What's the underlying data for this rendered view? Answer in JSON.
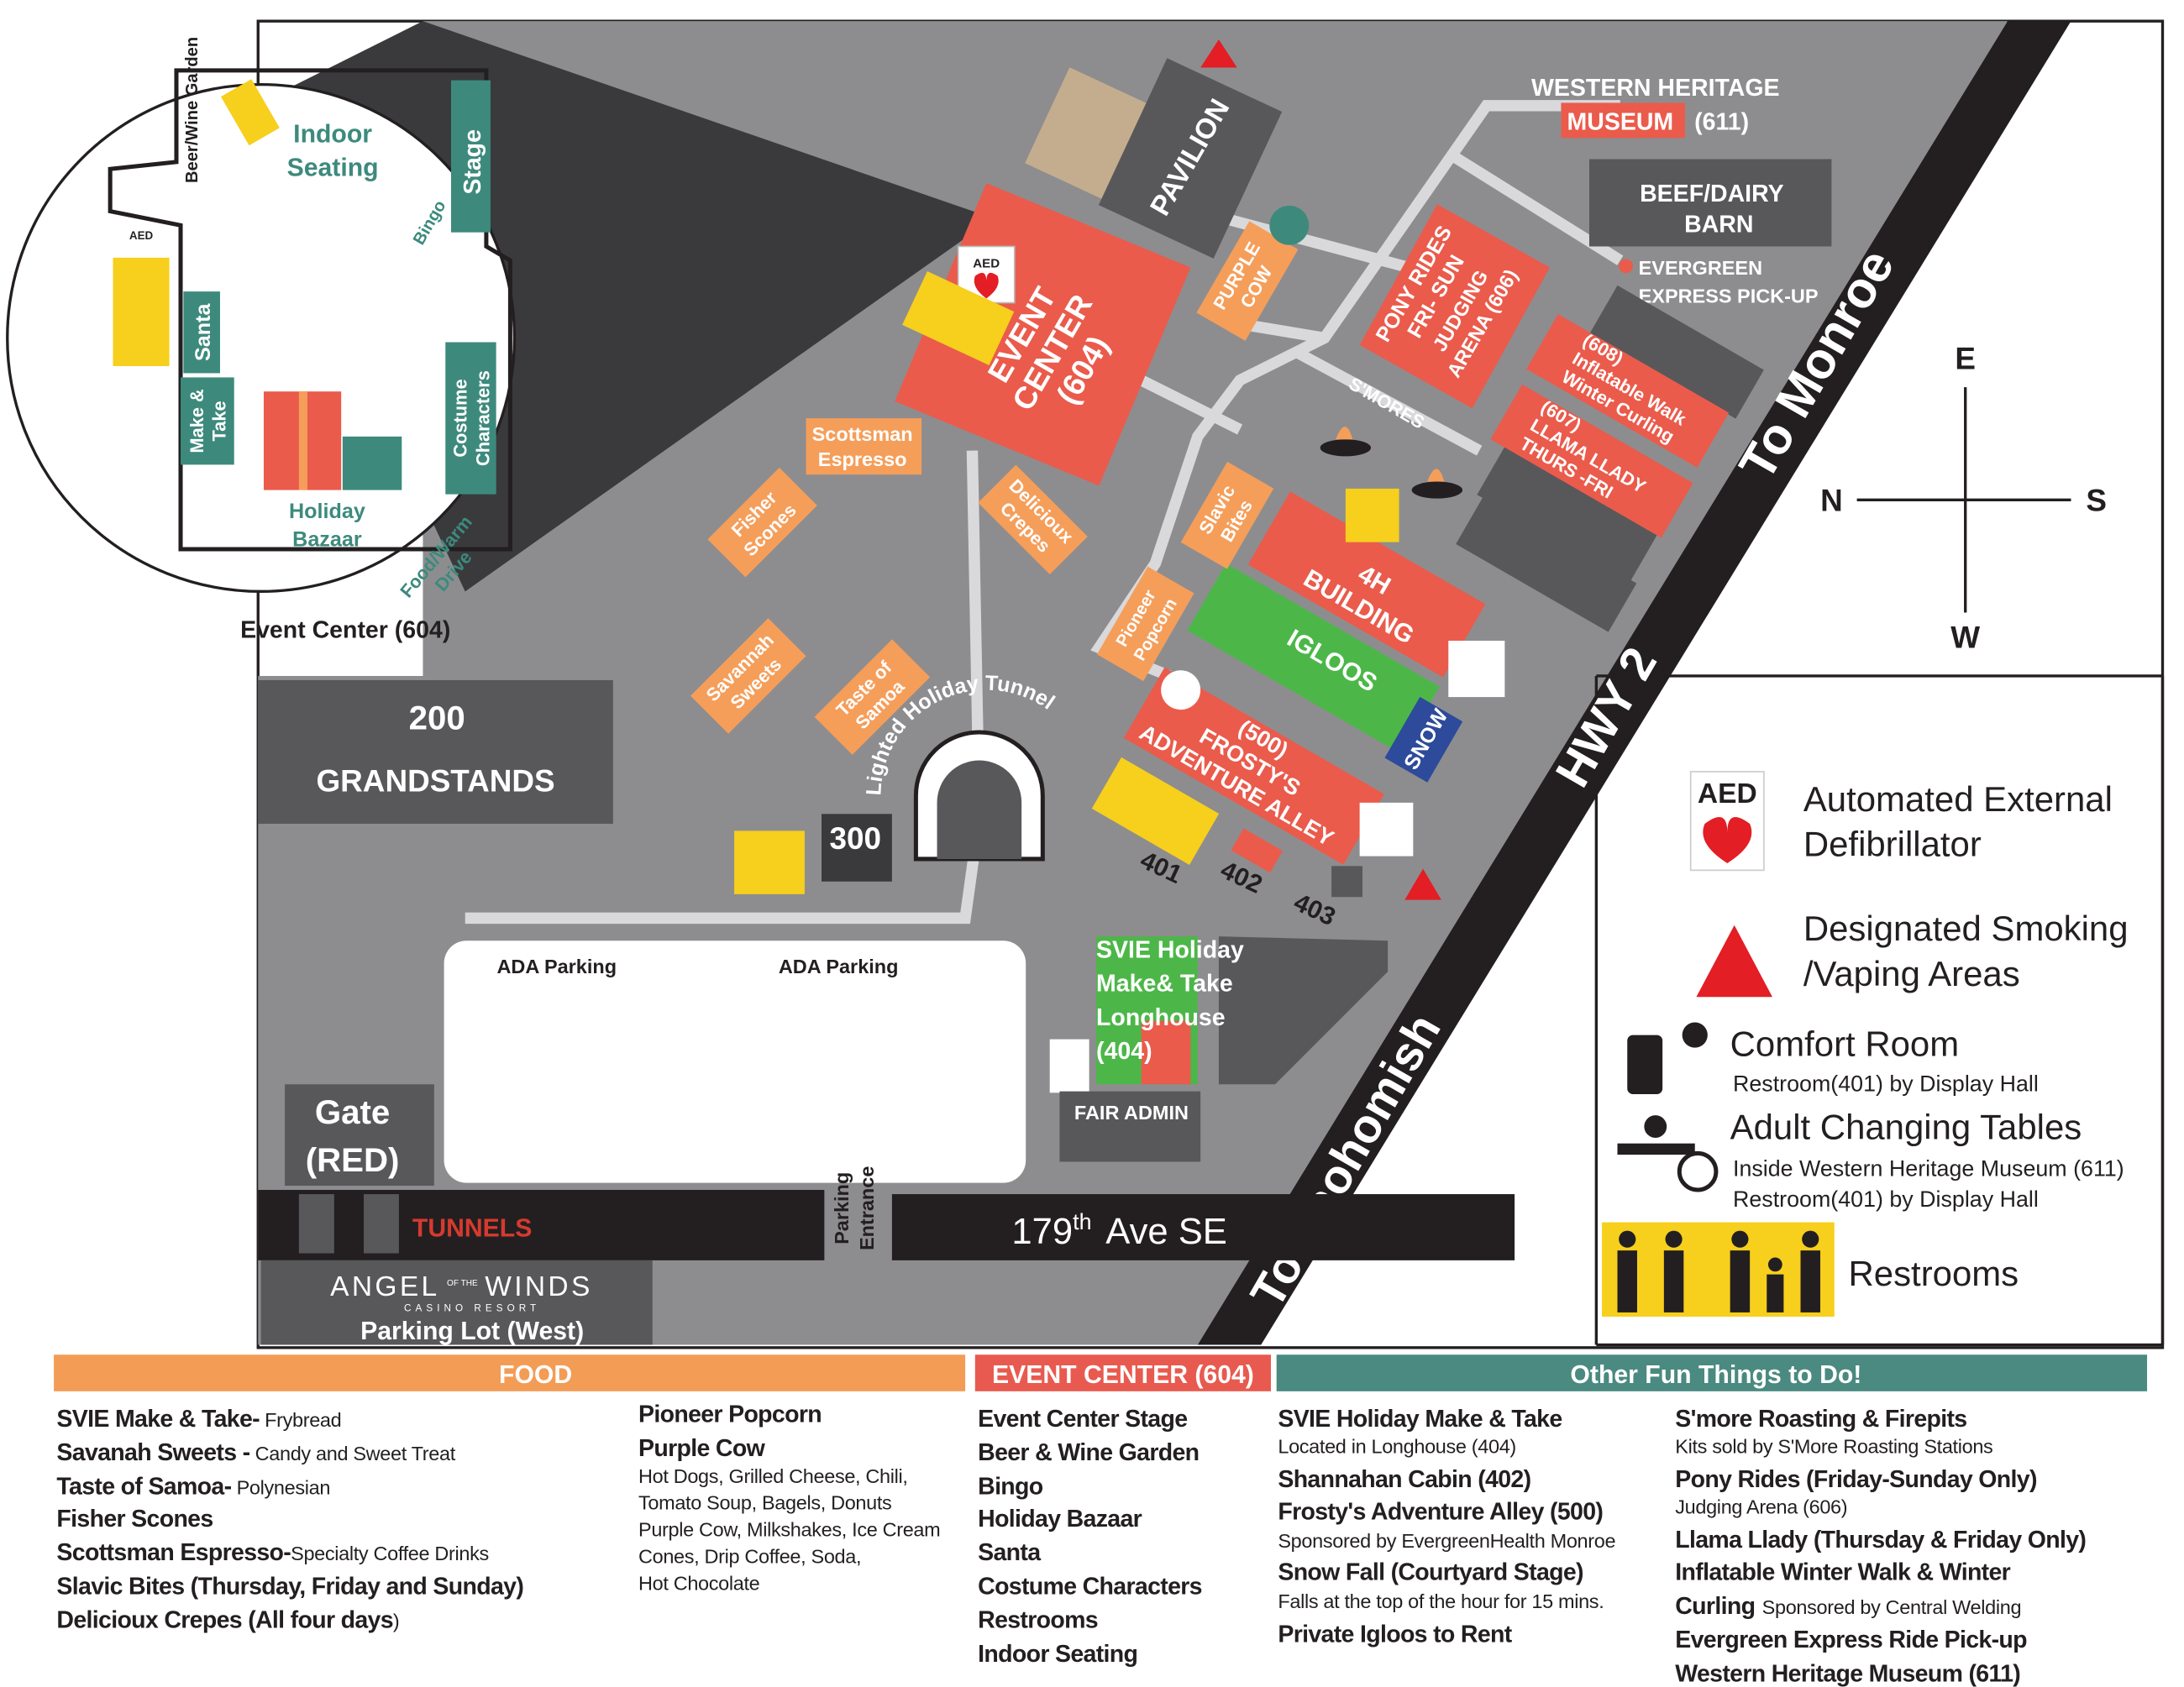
{
  "colors": {
    "map_gray": "#8d8d8f",
    "building_dark": "#58585a",
    "road": "#231f20",
    "red": "#ea5b4c",
    "orange": "#f59e5a",
    "green": "#4cb748",
    "yellow": "#f7cf1d",
    "teal": "#3d8a7d",
    "blue": "#2d4a9b",
    "path": "#d9d9db"
  },
  "inset": {
    "beer_wine_garden": "Beer/Wine Garden",
    "indoor_seating": [
      "Indoor",
      "Seating"
    ],
    "stage": "Stage",
    "bingo": "Bingo",
    "santa": "Santa",
    "make_take": [
      "Make &",
      "Take"
    ],
    "holiday_bazaar": [
      "Holiday",
      "Bazaar"
    ],
    "costume_characters": [
      "Costume",
      "Characters"
    ],
    "food_warm_drive": [
      "Food/Warm",
      "Drive"
    ],
    "title": "Event Center (604)",
    "aed": "AED"
  },
  "map": {
    "pavilion": "PAVILION",
    "event_center": [
      "EVENT",
      "CENTER",
      "(604)"
    ],
    "aed": "AED",
    "purple_cow": [
      "PURPLE",
      "COW"
    ],
    "pony_rides": [
      "PONY RIDES",
      "FRI- SUN",
      "JUDGING",
      "ARENA (606)"
    ],
    "smores": "S'MORES",
    "western_heritage": [
      "WESTERN HERITAGE",
      "MUSEUM",
      "(611)"
    ],
    "beef_dairy": [
      "BEEF/DAIRY",
      "BARN"
    ],
    "evergreen_express": [
      "EVERGREEN",
      "EXPRESS PICK-UP"
    ],
    "inflatable": [
      "(608)",
      "Inflatable Walk",
      "Winter Curling"
    ],
    "llama": [
      "(607)",
      "LLAMA LLADY",
      "THURS -FRI"
    ],
    "to_monroe": "To Monroe",
    "hwy2": "HWY 2",
    "to_snohomish": "To Snohomish",
    "building_4h": [
      "4H",
      "BUILDING"
    ],
    "igloos": "IGLOOS",
    "snow": "SNOW",
    "frosty": [
      "(500)",
      "FROSTY'S",
      "ADVENTURE ALLEY"
    ],
    "num_401": "401",
    "num_402": "402",
    "num_403": "403",
    "scottsman": [
      "Scottsman",
      "Espresso"
    ],
    "fisher": [
      "Fisher",
      "Scones"
    ],
    "delicioux": [
      "Delicioux",
      "Crepes"
    ],
    "savannah": [
      "Savannah",
      "Sweets"
    ],
    "samoa": [
      "Taste of",
      "Samoa"
    ],
    "slavic": [
      "Slavic",
      "Bites"
    ],
    "pioneer": [
      "Pioneer",
      "Popcorn"
    ],
    "tunnel": "Lighted Holiday Tunnel",
    "num_300": "300",
    "grandstands": [
      "200",
      "GRANDSTANDS"
    ],
    "ada1": "ADA Parking",
    "ada2": "ADA Parking",
    "gate": [
      "Gate",
      "(RED)"
    ],
    "tunnels": "TUNNELS",
    "parking_entrance": [
      "Parking",
      "Entrance"
    ],
    "ave": "179",
    "ave_sup": "th",
    "ave_rest": "Ave SE",
    "angel": [
      "ANGEL",
      "OF THE",
      "WINDS",
      "CASINO RESORT",
      "Parking Lot (West)"
    ],
    "svie": [
      "SVIE Holiday",
      "Make& Take",
      "Longhouse",
      "(404)"
    ],
    "fair_admin": "FAIR ADMIN",
    "compass": {
      "e": "E",
      "n": "N",
      "s": "S",
      "w": "W"
    }
  },
  "legend": {
    "aed_icon": "AED",
    "aed": [
      "Automated External",
      "Defibrillator"
    ],
    "smoking": [
      "Designated Smoking",
      "/Vaping Areas"
    ],
    "comfort": "Comfort Room",
    "comfort_sub": "Restroom(401) by Display Hall",
    "adult": "Adult  Changing Tables",
    "adult_sub": [
      "Inside Western Heritage Museum (611)",
      "Restroom(401) by Display Hall"
    ],
    "restrooms": "Restrooms"
  },
  "food": {
    "header": "FOOD",
    "col1": [
      {
        "b": "SVIE Make & Take-",
        "n": " Frybread"
      },
      {
        "b": "Savanah Sweets -",
        "n": " Candy and Sweet Treat"
      },
      {
        "b": "Taste of Samoa-",
        "n": " Polynesian"
      },
      {
        "b": "Fisher Scones",
        "n": ""
      },
      {
        "b": "Scottsman Espresso-",
        "n": "Specialty Coffee Drinks"
      },
      {
        "b": "Slavic Bites (Thursday, Friday and Sunday)",
        "n": ""
      },
      {
        "b": "Delicioux Crepes (All four days",
        "n": ")"
      }
    ],
    "col2_bold": [
      "Pioneer Popcorn",
      "Purple Cow"
    ],
    "col2_lines": [
      "Hot Dogs, Grilled Cheese, Chili,",
      "Tomato Soup, Bagels, Donuts",
      "Purple Cow, Milkshakes, Ice Cream",
      "Cones, Drip Coffee, Soda,",
      "Hot Chocolate"
    ]
  },
  "event_center": {
    "header": "EVENT CENTER (604)",
    "items": [
      "Event Center Stage",
      "Beer & Wine Garden",
      "Bingo",
      "Holiday Bazaar",
      "Santa",
      "Costume Characters",
      "Restrooms",
      "Indoor Seating"
    ]
  },
  "fun": {
    "header": "Other Fun Things to Do!",
    "col1": [
      "SVIE Holiday Make & Take",
      "Located in Longhouse (404)",
      "Shannahan Cabin (402)",
      "Frosty's Adventure Alley (500)",
      "Sponsored by EvergreenHealth Monroe",
      "Snow Fall (Courtyard Stage)",
      "Falls at the top of the hour for 15 mins.",
      "Private Igloos to Rent"
    ],
    "col2": [
      "S'more Roasting & Firepits",
      "Kits sold by S'More Roasting Stations",
      "Pony Rides (Friday-Sunday Only)",
      "Judging Arena (606)",
      "Llama Llady (Thursday & Friday Only)",
      "Inflatable Winter Walk & Winter",
      "Curling",
      "Sponsored by Central Welding",
      "Evergreen Express Ride Pick-up",
      "Western Heritage Museum (611)"
    ]
  }
}
